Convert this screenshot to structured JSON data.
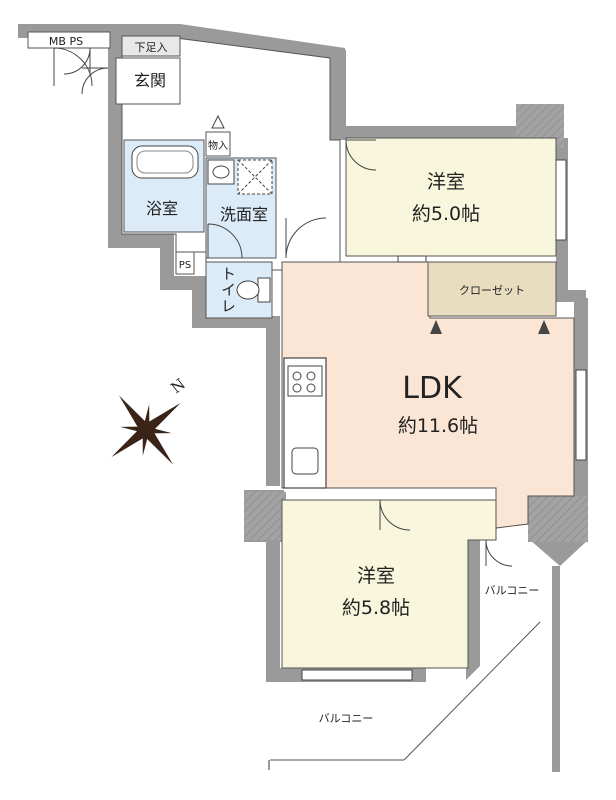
{
  "rooms": {
    "western1": {
      "name": "洋室",
      "area": "約5.0帖"
    },
    "ldk": {
      "name": "LDK",
      "area": "約11.6帖"
    },
    "western2": {
      "name": "洋室",
      "area": "約5.8帖"
    },
    "closet": "クローゼット",
    "bath": "浴室",
    "washroom": "洗面室",
    "toilet": "トイレ",
    "entrance": "玄関",
    "shoe_box": "下足入",
    "storage": "物入",
    "mb_ps": "MB PS",
    "ps": "PS",
    "balcony_side": "バルコニー",
    "balcony_bottom": "バルコニー"
  },
  "compass": {
    "label": "N"
  },
  "colors": {
    "wall": "#9a9a9a",
    "western": "#f8f6dc",
    "ldk": "#fbe5d4",
    "wet": "#dcebf8",
    "closet": "#e8ddbf",
    "floor_white": "#ffffff"
  }
}
